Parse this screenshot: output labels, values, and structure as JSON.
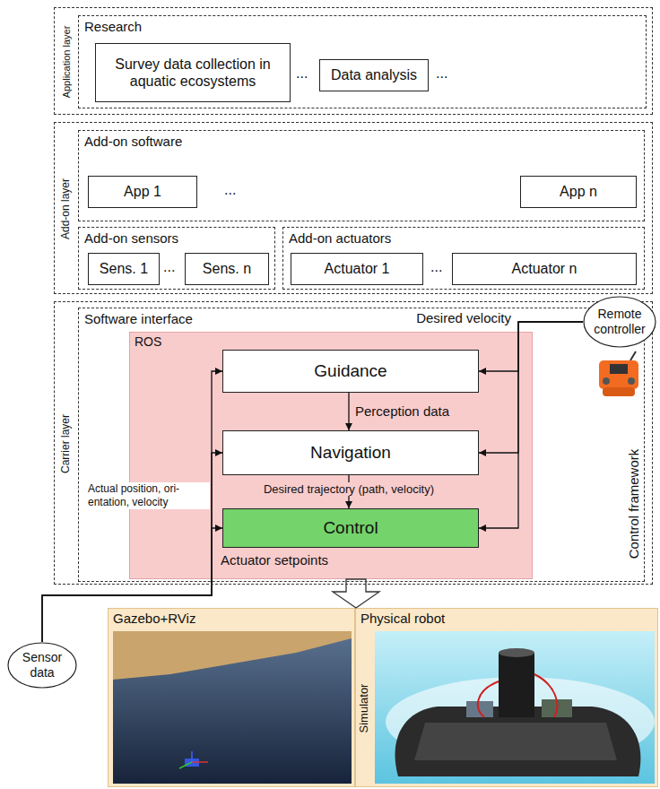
{
  "diagram": {
    "nodes": [
      {
        "text": [
          "Application layer"
        ]
      },
      {
        "text": [
          "Research"
        ],
        "in": 0
      },
      {
        "text": [
          "Survey data collection in aquatic ecosystems"
        ],
        "in": 1
      },
      {
        "text": [
          "Data analysis"
        ],
        "in": 1
      },
      {
        "text": [
          "Add-on layer"
        ]
      },
      {
        "text": [
          "Add-on software"
        ],
        "in": 4
      },
      {
        "text": [
          "App 1"
        ],
        "in": 5
      },
      {
        "text": [
          "App n"
        ],
        "in": 5
      },
      {
        "text": [
          "Add-on sensors"
        ],
        "in": 4
      },
      {
        "text": [
          "Sens. 1"
        ],
        "in": 8
      },
      {
        "text": [
          "Sens. n"
        ],
        "in": 8
      },
      {
        "text": [
          "Add-on actuators"
        ],
        "in": 4
      },
      {
        "text": [
          "Actuator 1"
        ],
        "in": 11
      },
      {
        "text": [
          "Actuator n"
        ],
        "in": 11
      },
      {
        "text": [
          "Carrier layer"
        ]
      },
      {
        "text": [
          "Software interface",
          "Control framework"
        ],
        "in": 14
      },
      {
        "text": [
          "ROS"
        ],
        "in": 15
      },
      {
        "text": [
          "Guidance"
        ],
        "in": 16
      },
      {
        "text": [
          "Navigation"
        ],
        "in": 16
      },
      {
        "text": [
          "Control"
        ],
        "in": 16
      },
      {
        "text": [
          "Remote controller"
        ]
      },
      {
        "text": [
          "Sensor data"
        ]
      },
      {
        "text": [
          "Gazebo+RViz"
        ]
      },
      {
        "text": [
          "Physical robot"
        ]
      }
    ],
    "edges": [
      {
        "from": 17,
        "to": 18,
        "label": "Perception data",
        "arrow": "to"
      },
      {
        "from": 18,
        "to": 19,
        "label": "Desired trajectory (path, velocity)",
        "arrow": "to"
      },
      {
        "from": 20,
        "to": 17,
        "arrow": "to"
      },
      {
        "from": 20,
        "to": 18,
        "arrow": "to"
      },
      {
        "from": 20,
        "to": 19,
        "arrow": "to"
      },
      {
        "from": 21,
        "to": 17,
        "arrow": "to"
      },
      {
        "from": 21,
        "to": 18,
        "arrow": "to"
      },
      {
        "from": 21,
        "to": 19,
        "arrow": "to"
      },
      {
        "from": 16,
        "to": 23,
        "arrow": "to"
      }
    ],
    "labels": [
      "...",
      "...",
      "...",
      "...",
      "...",
      "Desired velocity",
      "Actual position, ori- entation, velocity",
      "Actuator setpoints",
      "Simulator"
    ]
  }
}
